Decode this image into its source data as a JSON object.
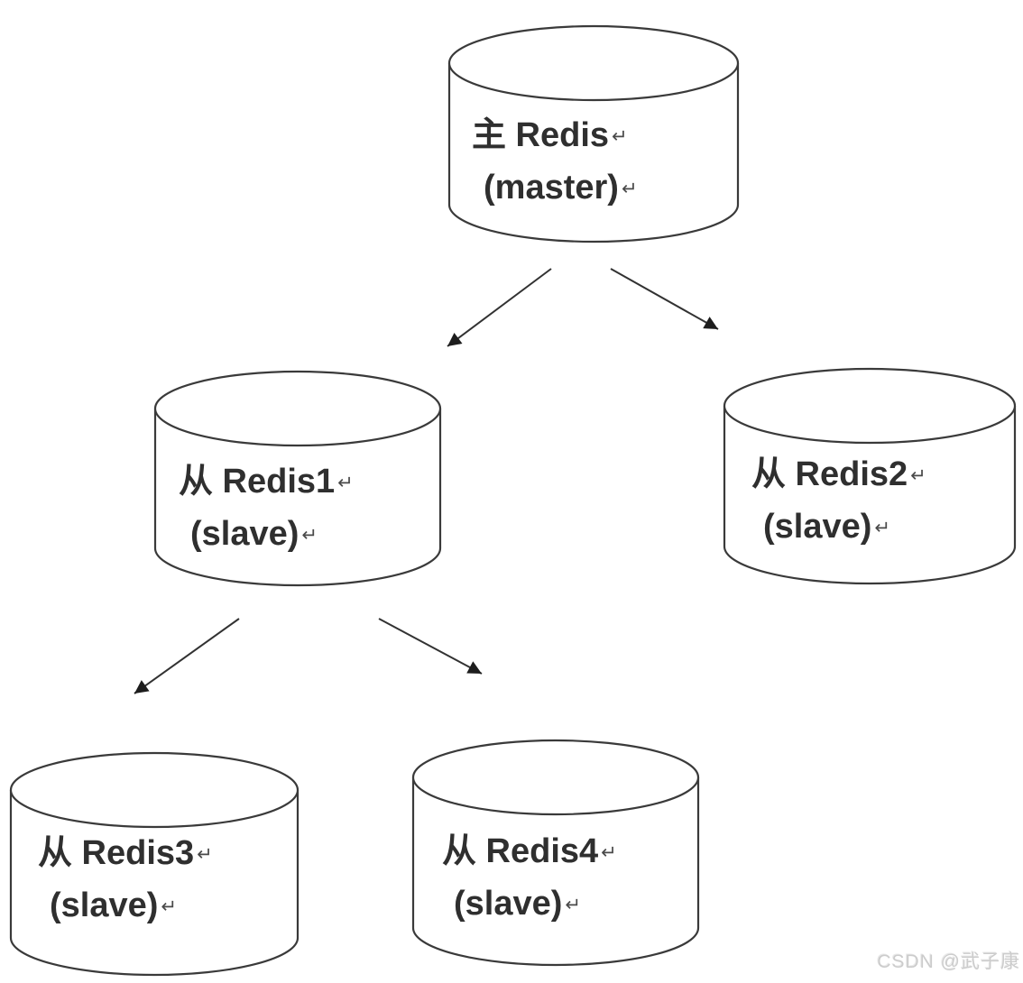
{
  "nodes": {
    "master": {
      "line1": "主 Redis",
      "line2": "(master)"
    },
    "slave1": {
      "line1": "从 Redis1",
      "line2": "(slave)"
    },
    "slave2": {
      "line1": "从 Redis2",
      "line2": "(slave)"
    },
    "slave3": {
      "line1": "从 Redis3",
      "line2": "(slave)"
    },
    "slave4": {
      "line1": "从 Redis4",
      "line2": "(slave)"
    }
  },
  "edges": [
    {
      "from": "master",
      "to": "slave1"
    },
    {
      "from": "master",
      "to": "slave2"
    },
    {
      "from": "slave1",
      "to": "slave3"
    },
    {
      "from": "slave1",
      "to": "slave4"
    }
  ],
  "paragraph_mark": "↵",
  "watermark": "CSDN @武子康",
  "colors": {
    "background": "#ffffff",
    "shape_stroke": "#3a3a3a",
    "text": "#2f2f2f",
    "watermark": "#cccccc"
  }
}
